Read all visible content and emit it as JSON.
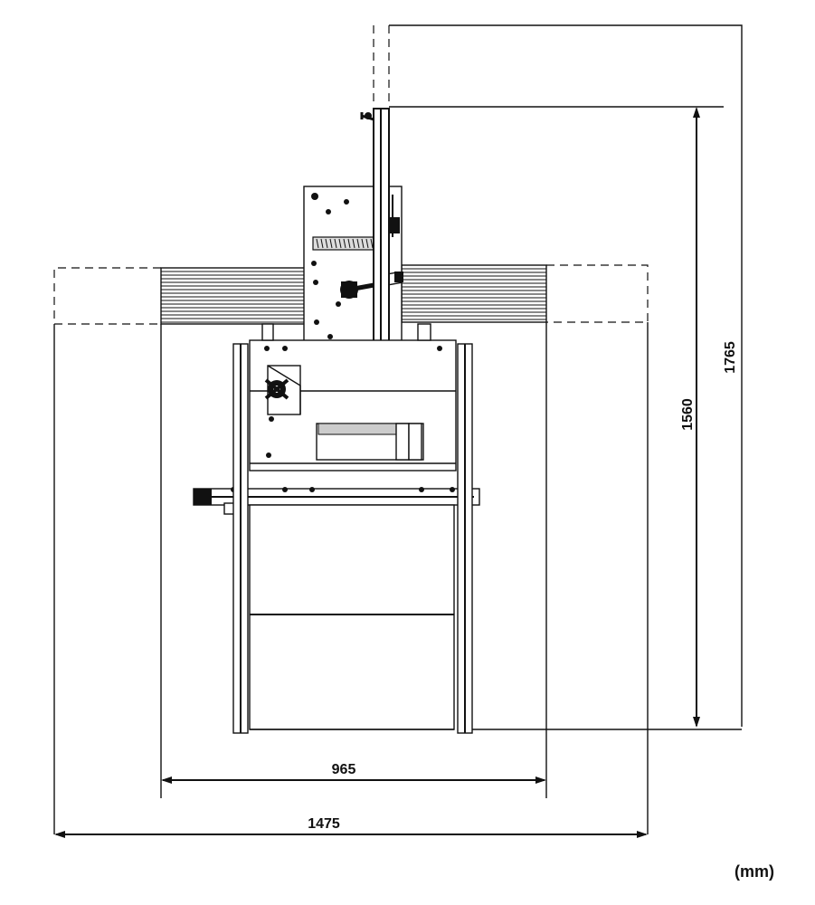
{
  "dimensions": {
    "width_table": "965",
    "width_overall": "1475",
    "length_table": "1560",
    "length_overall": "1765"
  },
  "units": "(mm)"
}
